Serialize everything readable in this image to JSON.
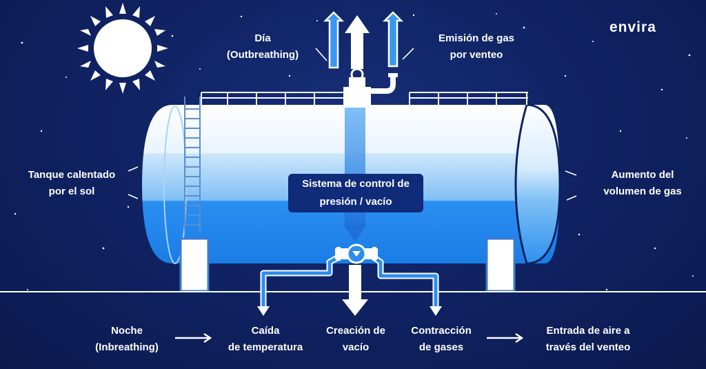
{
  "brand": "envira",
  "labels": {
    "day": [
      "Día",
      "(Outbreathing)"
    ],
    "gas_emission": [
      "Emisión de gas",
      "por venteo"
    ],
    "tank_heated": [
      "Tanque calentado",
      "por el sol"
    ],
    "gas_volume": [
      "Aumento del",
      "volumen de gas"
    ],
    "control_system": [
      "Sistema de control de",
      "presión / vacío"
    ],
    "night": [
      "Noche",
      "(Inbreathing)"
    ],
    "temp_drop": [
      "Caída",
      "de temperatura"
    ],
    "vacuum": [
      "Creación de",
      "vacío"
    ],
    "gas_contraction": [
      "Contracción",
      "de gases"
    ],
    "air_intake": [
      "Entrada de aire a",
      "través del venteo"
    ]
  },
  "colors": {
    "background": "#0f2260",
    "tank_light": "#bfe0fb",
    "tank_fill": "#1e88ee",
    "arrow_blue": "#2d8cf0",
    "white": "#ffffff"
  },
  "icons": [
    "sun-icon",
    "arrow-up-icon",
    "arrow-down-icon",
    "arrow-right-icon",
    "valve-icon",
    "ladder-icon"
  ]
}
